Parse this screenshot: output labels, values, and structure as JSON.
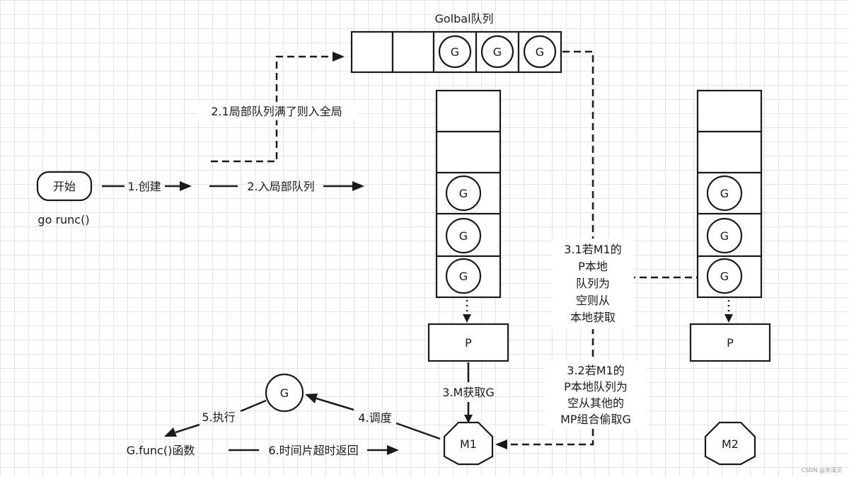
{
  "global_queue": {
    "title": "Golbal队列",
    "items": [
      "",
      "",
      "G",
      "G",
      "G"
    ]
  },
  "p1_queue": {
    "items": [
      "",
      "",
      "G",
      "G",
      "G"
    ]
  },
  "p2_queue": {
    "items": [
      "",
      "",
      "G",
      "G",
      "G"
    ]
  },
  "start": {
    "label": "开始",
    "sublabel": "go runc()"
  },
  "processors": {
    "p1": "P",
    "p2": "P"
  },
  "machines": {
    "m1": "M1",
    "m2": "M2"
  },
  "running_g": "G",
  "func_label": "G.func()函数",
  "steps": {
    "create": "1.创建",
    "enqueue_local": "2.入局部队列",
    "local_full": "2.1局部队列满了则入全局",
    "m_get_g": "3.M获取G",
    "empty_local_lines": [
      "3.1若M1的",
      "P本地",
      "队列为",
      "空则从",
      "本地获取"
    ],
    "steal_lines": [
      "3.2若M1的",
      "P本地队列为",
      "空从其他的",
      "MP组合偷取G"
    ],
    "schedule": "4.调度",
    "execute": "5.执行",
    "timeslice": "6.时间片超时返回"
  },
  "watermark": "CSDN @龙溪灵"
}
